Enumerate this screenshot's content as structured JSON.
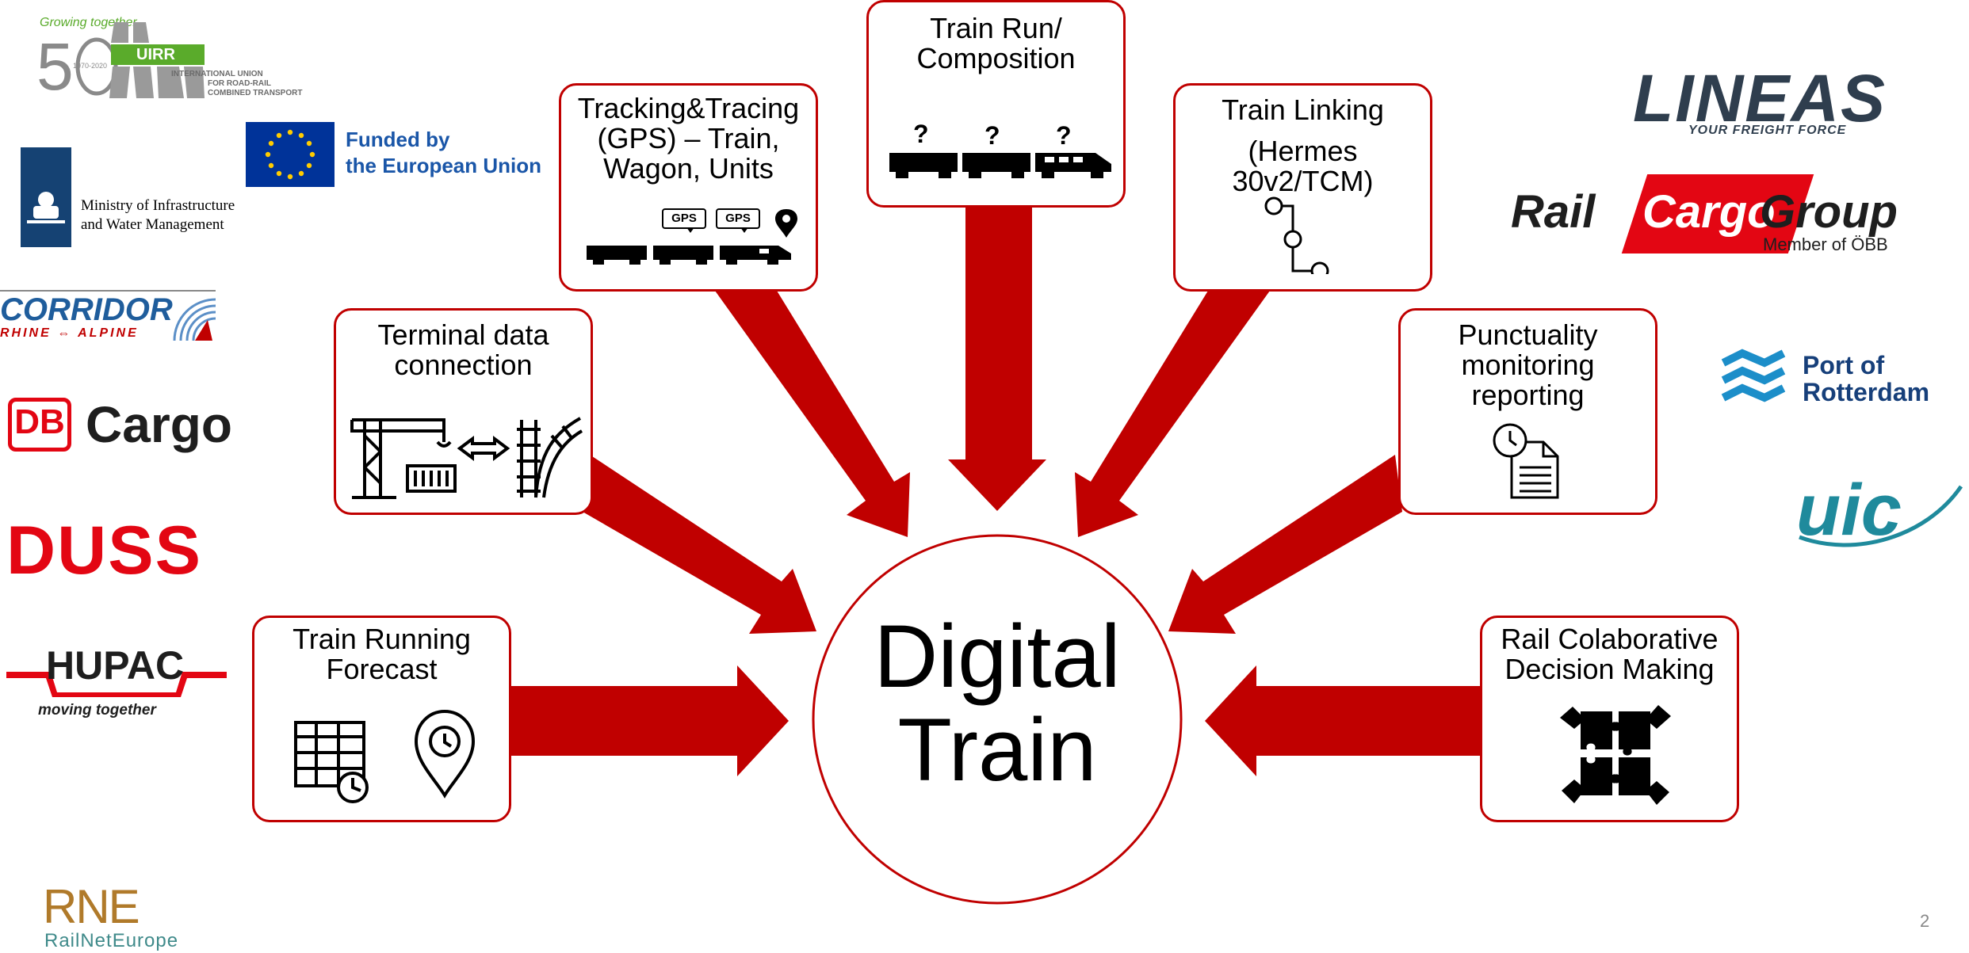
{
  "center": {
    "line1": "Digital",
    "line2": "Train"
  },
  "boxes": {
    "forecast": {
      "lines": [
        "Train Running",
        "Forecast"
      ]
    },
    "terminal": {
      "lines": [
        "Terminal data",
        "connection"
      ]
    },
    "tracking": {
      "lines": [
        "Tracking&Tracing",
        "(GPS) – Train,",
        "Wagon, Units"
      ],
      "gps1": "GPS",
      "gps2": "GPS"
    },
    "trainrun": {
      "lines": [
        "Train Run/",
        "Composition"
      ],
      "q1": "?",
      "q2": "?",
      "q3": "?"
    },
    "linking": {
      "lines": [
        "Train Linking",
        "(Hermes",
        "30v2/TCM)"
      ]
    },
    "punctuality": {
      "lines": [
        "Punctuality",
        "monitoring",
        "reporting"
      ]
    },
    "rcdm": {
      "lines": [
        "Rail Colaborative",
        "Decision Making"
      ]
    }
  },
  "logos": {
    "uirr": {
      "tag": "Growing together",
      "years": "1970-2020",
      "name": "UIRR",
      "desc": [
        "INTERNATIONAL UNION",
        "FOR ROAD-RAIL",
        "COMBINED TRANSPORT"
      ]
    },
    "eu": {
      "lines": [
        "Funded by",
        "the European Union"
      ]
    },
    "ministry": {
      "lines": [
        "Ministry of Infrastructure",
        "and Water Management"
      ]
    },
    "corridor": {
      "name": "CORRIDOR",
      "sub": "RHINE ⇔ ALPINE"
    },
    "dbcargo": {
      "db": "DB",
      "word": "Cargo"
    },
    "duss": {
      "name": "DUSS"
    },
    "hupac": {
      "name": "HUPAC",
      "tagline": "moving together"
    },
    "rne": {
      "name": "RNE",
      "full": "RailNetEurope"
    },
    "lineas": {
      "name": "LINEAS",
      "tagline": "YOUR FREIGHT FORCE"
    },
    "railcargo": {
      "rail": "Rail",
      "cargo": "Cargo",
      "group": "Group",
      "member": "Member of ÖBB"
    },
    "rotterdam": {
      "lines": [
        "Port of",
        "Rotterdam"
      ]
    },
    "uic": {
      "name": "uic"
    }
  },
  "page_number": "2",
  "colors": {
    "accent": "#c00000",
    "eu_blue": "#003399",
    "lineas": "#2f3e4e",
    "rotterdam": "#1c8ec9",
    "uic": "#1f8a9c",
    "uirr_green": "#5aab2b",
    "rne_brown": "#b07a2a"
  }
}
